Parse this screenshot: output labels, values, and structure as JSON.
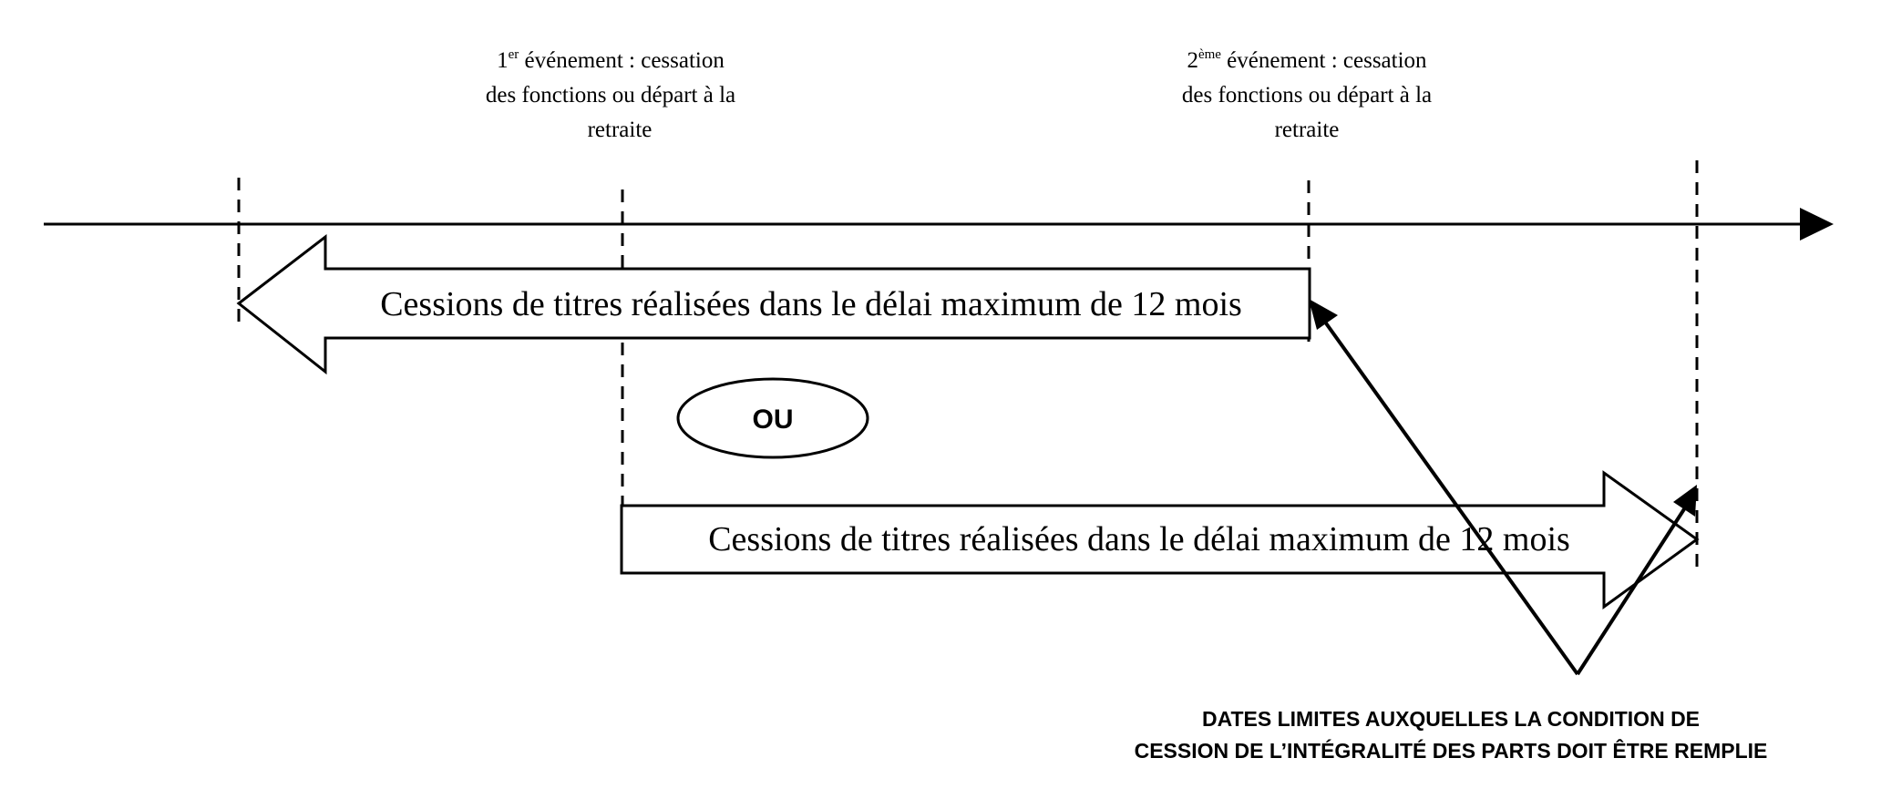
{
  "events": [
    {
      "num": "1",
      "sup": "er",
      "line1": " événement : cessation",
      "line2": "des fonctions ou départ à la",
      "line3": "retraite"
    },
    {
      "num": "2",
      "sup": "ème",
      "line1": "  événement : cessation",
      "line2": "des fonctions ou départ à la",
      "line3": "retraite"
    }
  ],
  "arrows": {
    "backward": "Cessions de titres réalisées dans le délai maximum de 12 mois",
    "forward": "Cessions de titres réalisées dans le délai maximum de 12 mois"
  },
  "or_label": "OU",
  "caption": {
    "line1": "DATES LIMITES AUXQUELLES  LA CONDITION DE",
    "line2": "CESSION DE L’INTÉGRALITÉ DES PARTS DOIT ÊTRE REMPLIE"
  }
}
